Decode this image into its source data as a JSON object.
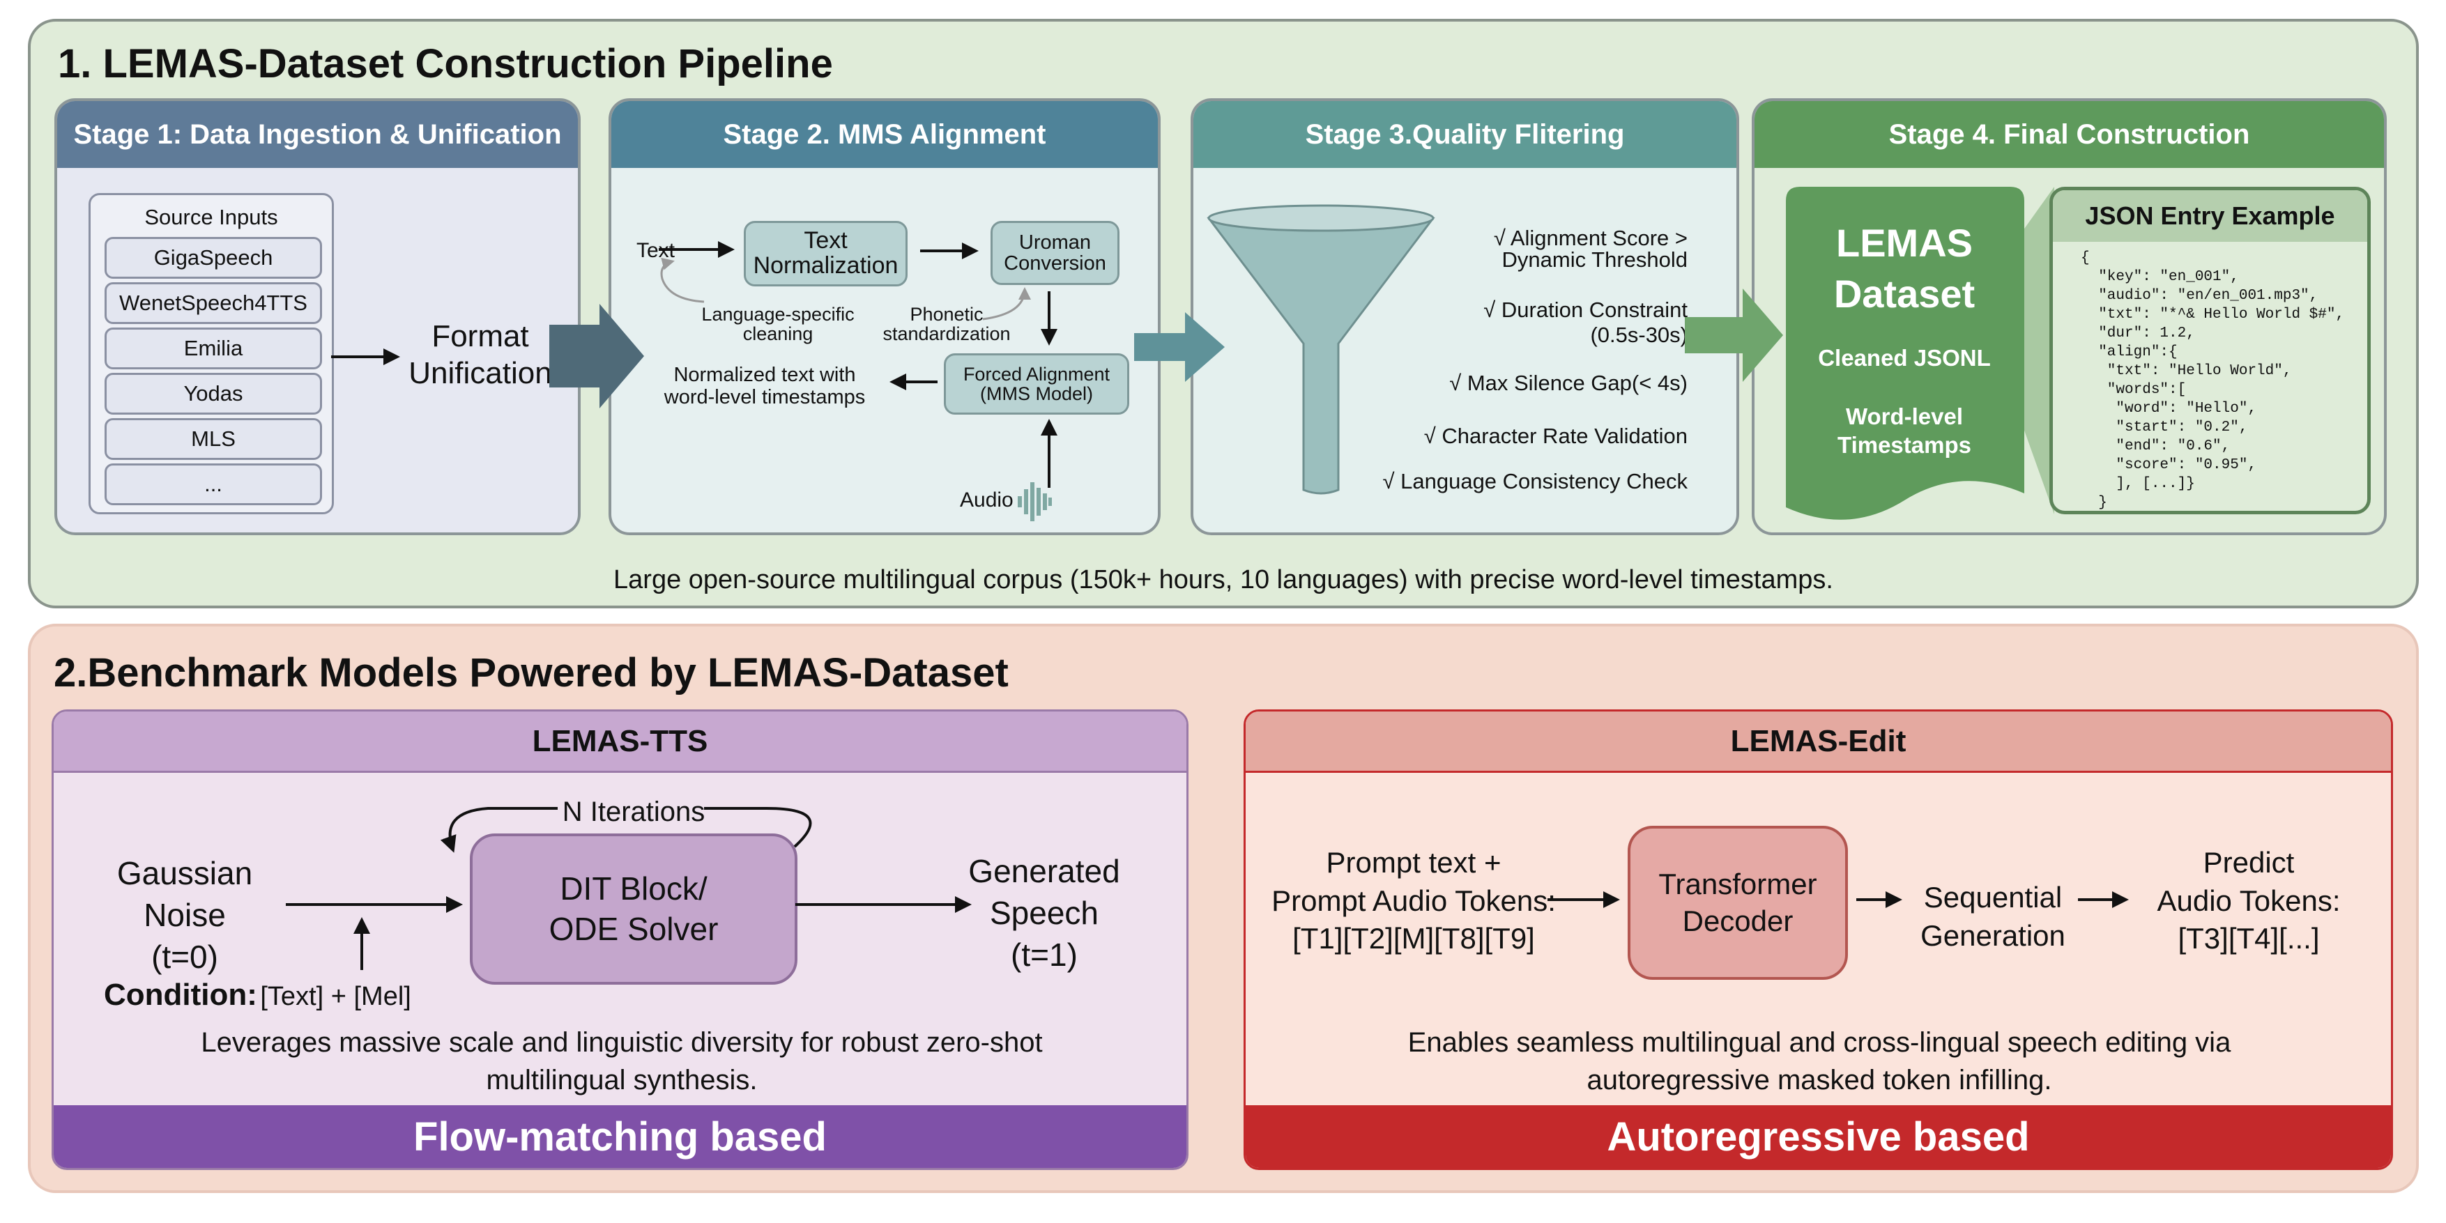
{
  "colors": {
    "top_bg": "#e0ecd9",
    "bottom_bg": "#f5dace",
    "stage1": "#5f7b98",
    "stage2": "#4f8399",
    "stage3": "#5f9b96",
    "stage4": "#5e9a5c",
    "tts_header": "#c7a8d0",
    "tts_footer": "#7f51a8",
    "edit_header": "#e4a9a0",
    "edit_footer": "#c4292b"
  },
  "pipeline": {
    "title": "1. LEMAS-Dataset Construction Pipeline",
    "stage1": {
      "title": "Stage 1: Data Ingestion & Unification",
      "sources_title": "Source Inputs",
      "sources": [
        "GigaSpeech",
        "WenetSpeech4TTS",
        "Emilia",
        "Yodas",
        "MLS",
        "..."
      ],
      "format_line1": "Format",
      "format_line2": "Unification"
    },
    "stage2": {
      "title": "Stage 2. MMS Alignment",
      "text_label": "Text",
      "text_norm_1": "Text",
      "text_norm_2": "Normalization",
      "uroman_1": "Uroman",
      "uroman_2": "Conversion",
      "lang_1": "Language-specific",
      "lang_2": "cleaning",
      "phon_1": "Phonetic",
      "phon_2": "standardization",
      "forced_1": "Forced Alignment",
      "forced_2": "(MMS Model)",
      "out_1": "Normalized text with",
      "out_2": "word-level timestamps",
      "audio_label": "Audio",
      "audio_icon": "waveform-icon"
    },
    "stage3": {
      "title": "Stage 3.Quality Flitering",
      "criteria": [
        "√ Alignment Score >",
        "Dynamic Threshold",
        "√ Duration Constraint",
        "(0.5s-30s)",
        "√ Max Silence Gap(< 4s)",
        "√ Character Rate Validation",
        "√ Language Consistency Check"
      ]
    },
    "stage4": {
      "title": "Stage 4. Final Construction",
      "doc_1": "LEMAS",
      "doc_2": "Dataset",
      "doc_3": "Cleaned JSONL",
      "doc_4": "Word-level",
      "doc_5": "Timestamps",
      "json_title": "JSON Entry Example",
      "json_lines": [
        "{",
        "  \"key\": \"en_001\",",
        "  \"audio\": \"en/en_001.mp3\",",
        "  \"txt\": \"*^& Hello World $#\",",
        "  \"dur\": 1.2,",
        "  \"align\":{",
        "   \"txt\": \"Hello World\",",
        "   \"words\":[",
        "    \"word\": \"Hello\",",
        "    \"start\": \"0.2\",",
        "    \"end\": \"0.6\",",
        "    \"score\": \"0.95\",",
        "    ], [...]}",
        "  }"
      ]
    },
    "caption": "Large open-source multilingual corpus (150k+ hours, 10 languages) with precise word-level timestamps."
  },
  "benchmark": {
    "title": "2.Benchmark Models Powered by LEMAS-Dataset",
    "tts": {
      "title": "LEMAS-TTS",
      "noise_1": "Gaussian",
      "noise_2": "Noise",
      "noise_3": "(t=0)",
      "iterations": "N Iterations",
      "block_1": "DIT Block/",
      "block_2": "ODE Solver",
      "gen_1": "Generated",
      "gen_2": "Speech",
      "gen_3": "(t=1)",
      "condition_label": "Condition:",
      "condition_value": "[Text] + [Mel]",
      "desc_1": "Leverages massive scale and linguistic diversity for robust zero-shot",
      "desc_2": "multilingual synthesis.",
      "footer": "Flow-matching based"
    },
    "edit": {
      "title": "LEMAS-Edit",
      "prompt_1": "Prompt text +",
      "prompt_2": "Prompt Audio Tokens:",
      "prompt_3": "[T1][T2][M][T8][T9]",
      "dec_1": "Transformer",
      "dec_2": "Decoder",
      "seq_1": "Sequential",
      "seq_2": "Generation",
      "pred_1": "Predict",
      "pred_2": "Audio Tokens:",
      "pred_3": "[T3][T4][...]",
      "desc_1": "Enables seamless multilingual and cross-lingual speech editing via",
      "desc_2": "autoregressive masked token infilling.",
      "footer": "Autoregressive based"
    }
  }
}
